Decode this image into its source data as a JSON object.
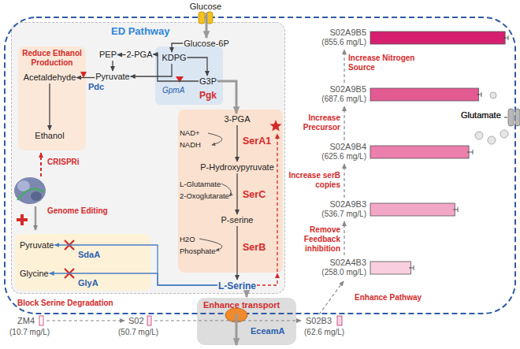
{
  "diagram": {
    "nodes": [
      {
        "text": [
          "Glucose"
        ]
      },
      {
        "text": [
          "ED Pathway"
        ]
      },
      {
        "text": [
          "Glucose-6P"
        ],
        "in": 1
      },
      {
        "text": [
          "KDPG"
        ],
        "in": 1
      },
      {
        "text": [
          "PEP"
        ],
        "in": 1
      },
      {
        "text": [
          "2-PGA"
        ],
        "in": 1
      },
      {
        "text": [
          "Pyruvate"
        ],
        "in": 1
      },
      {
        "text": [
          "Pgk"
        ],
        "in": 1
      },
      {
        "text": [
          "G3P"
        ],
        "in": 7
      },
      {
        "text": [
          "Reduce Ethanol Production"
        ],
        "in": 1
      },
      {
        "text": [
          "Acetaldehyde"
        ],
        "in": 9
      },
      {
        "text": [
          "Ethanol"
        ],
        "in": 9
      },
      {
        "text": [
          "SerA1",
          "SerC",
          "SerB"
        ],
        "in": 1
      },
      {
        "text": [
          "3-PGA"
        ],
        "in": 12
      },
      {
        "text": [
          "P-Hydroxypyruvate"
        ],
        "in": 12
      },
      {
        "text": [
          "P-serine"
        ],
        "in": 12
      },
      {
        "text": [
          "L-Serine"
        ],
        "in": 1
      },
      {
        "text": [
          "SdaA",
          "GlyA"
        ],
        "in": 1
      },
      {
        "text": [
          "Pyruvate"
        ],
        "in": 17
      },
      {
        "text": [
          "Glycine"
        ],
        "in": 17
      },
      {
        "text": [
          "Enhance transport",
          "EceamA"
        ]
      },
      {
        "text": [
          "Glutamate"
        ]
      }
    ],
    "edges": [
      {
        "from": 0,
        "to": 2,
        "arrow": "to"
      },
      {
        "from": 2,
        "to": 3,
        "arrow": "to"
      },
      {
        "from": 3,
        "to": 8,
        "arrow": "to"
      },
      {
        "from": 3,
        "to": 6,
        "arrow": "to"
      },
      {
        "from": 8,
        "to": 5,
        "arrow": "to"
      },
      {
        "from": 5,
        "to": 4,
        "arrow": "to"
      },
      {
        "from": 4,
        "to": 6,
        "arrow": "to"
      },
      {
        "from": 6,
        "to": 10,
        "arrow": "to"
      },
      {
        "from": 10,
        "to": 11,
        "arrow": "to"
      },
      {
        "from": 8,
        "to": 13,
        "arrow": "to"
      },
      {
        "from": 13,
        "to": 14,
        "arrow": "to"
      },
      {
        "from": 14,
        "to": 15,
        "arrow": "to"
      },
      {
        "from": 15,
        "to": 16,
        "arrow": "to"
      },
      {
        "from": 16,
        "to": 18,
        "arrow": "to"
      },
      {
        "from": 16,
        "to": 19,
        "arrow": "to"
      },
      {
        "from": 16,
        "to": 20,
        "arrow": "to"
      },
      {
        "from": 16,
        "to": 12,
        "arrow": "to"
      }
    ],
    "labels": [
      "GpmA",
      "Pdc",
      "NAD+",
      "NADH",
      "L-Glutamate",
      "2-Oxoglutarate",
      "H2O",
      "Phosphate",
      "CRISPRi",
      "Genome Editing",
      "Block Serine Degradation",
      "ZM4",
      "(10.7 mg/L)",
      "S02",
      "(50.7 mg/L)",
      "S02B3",
      "(62.6 mg/L)",
      "Enhance Pathway",
      "S02A4B3",
      "(258.0 mg/L)",
      "Remove Feedback inhibition",
      "S02A9B3",
      "(536.7 mg/L)",
      "Increase serB copies",
      "S02A9B4",
      "(625.6 mg/L)",
      "Increase Precursor",
      "S02A9B5",
      "(687.6 mg/L)",
      "Increase Nitrogen Source",
      "S02A9B5",
      "(855.6 mg/L)",
      "Glutamate"
    ]
  }
}
